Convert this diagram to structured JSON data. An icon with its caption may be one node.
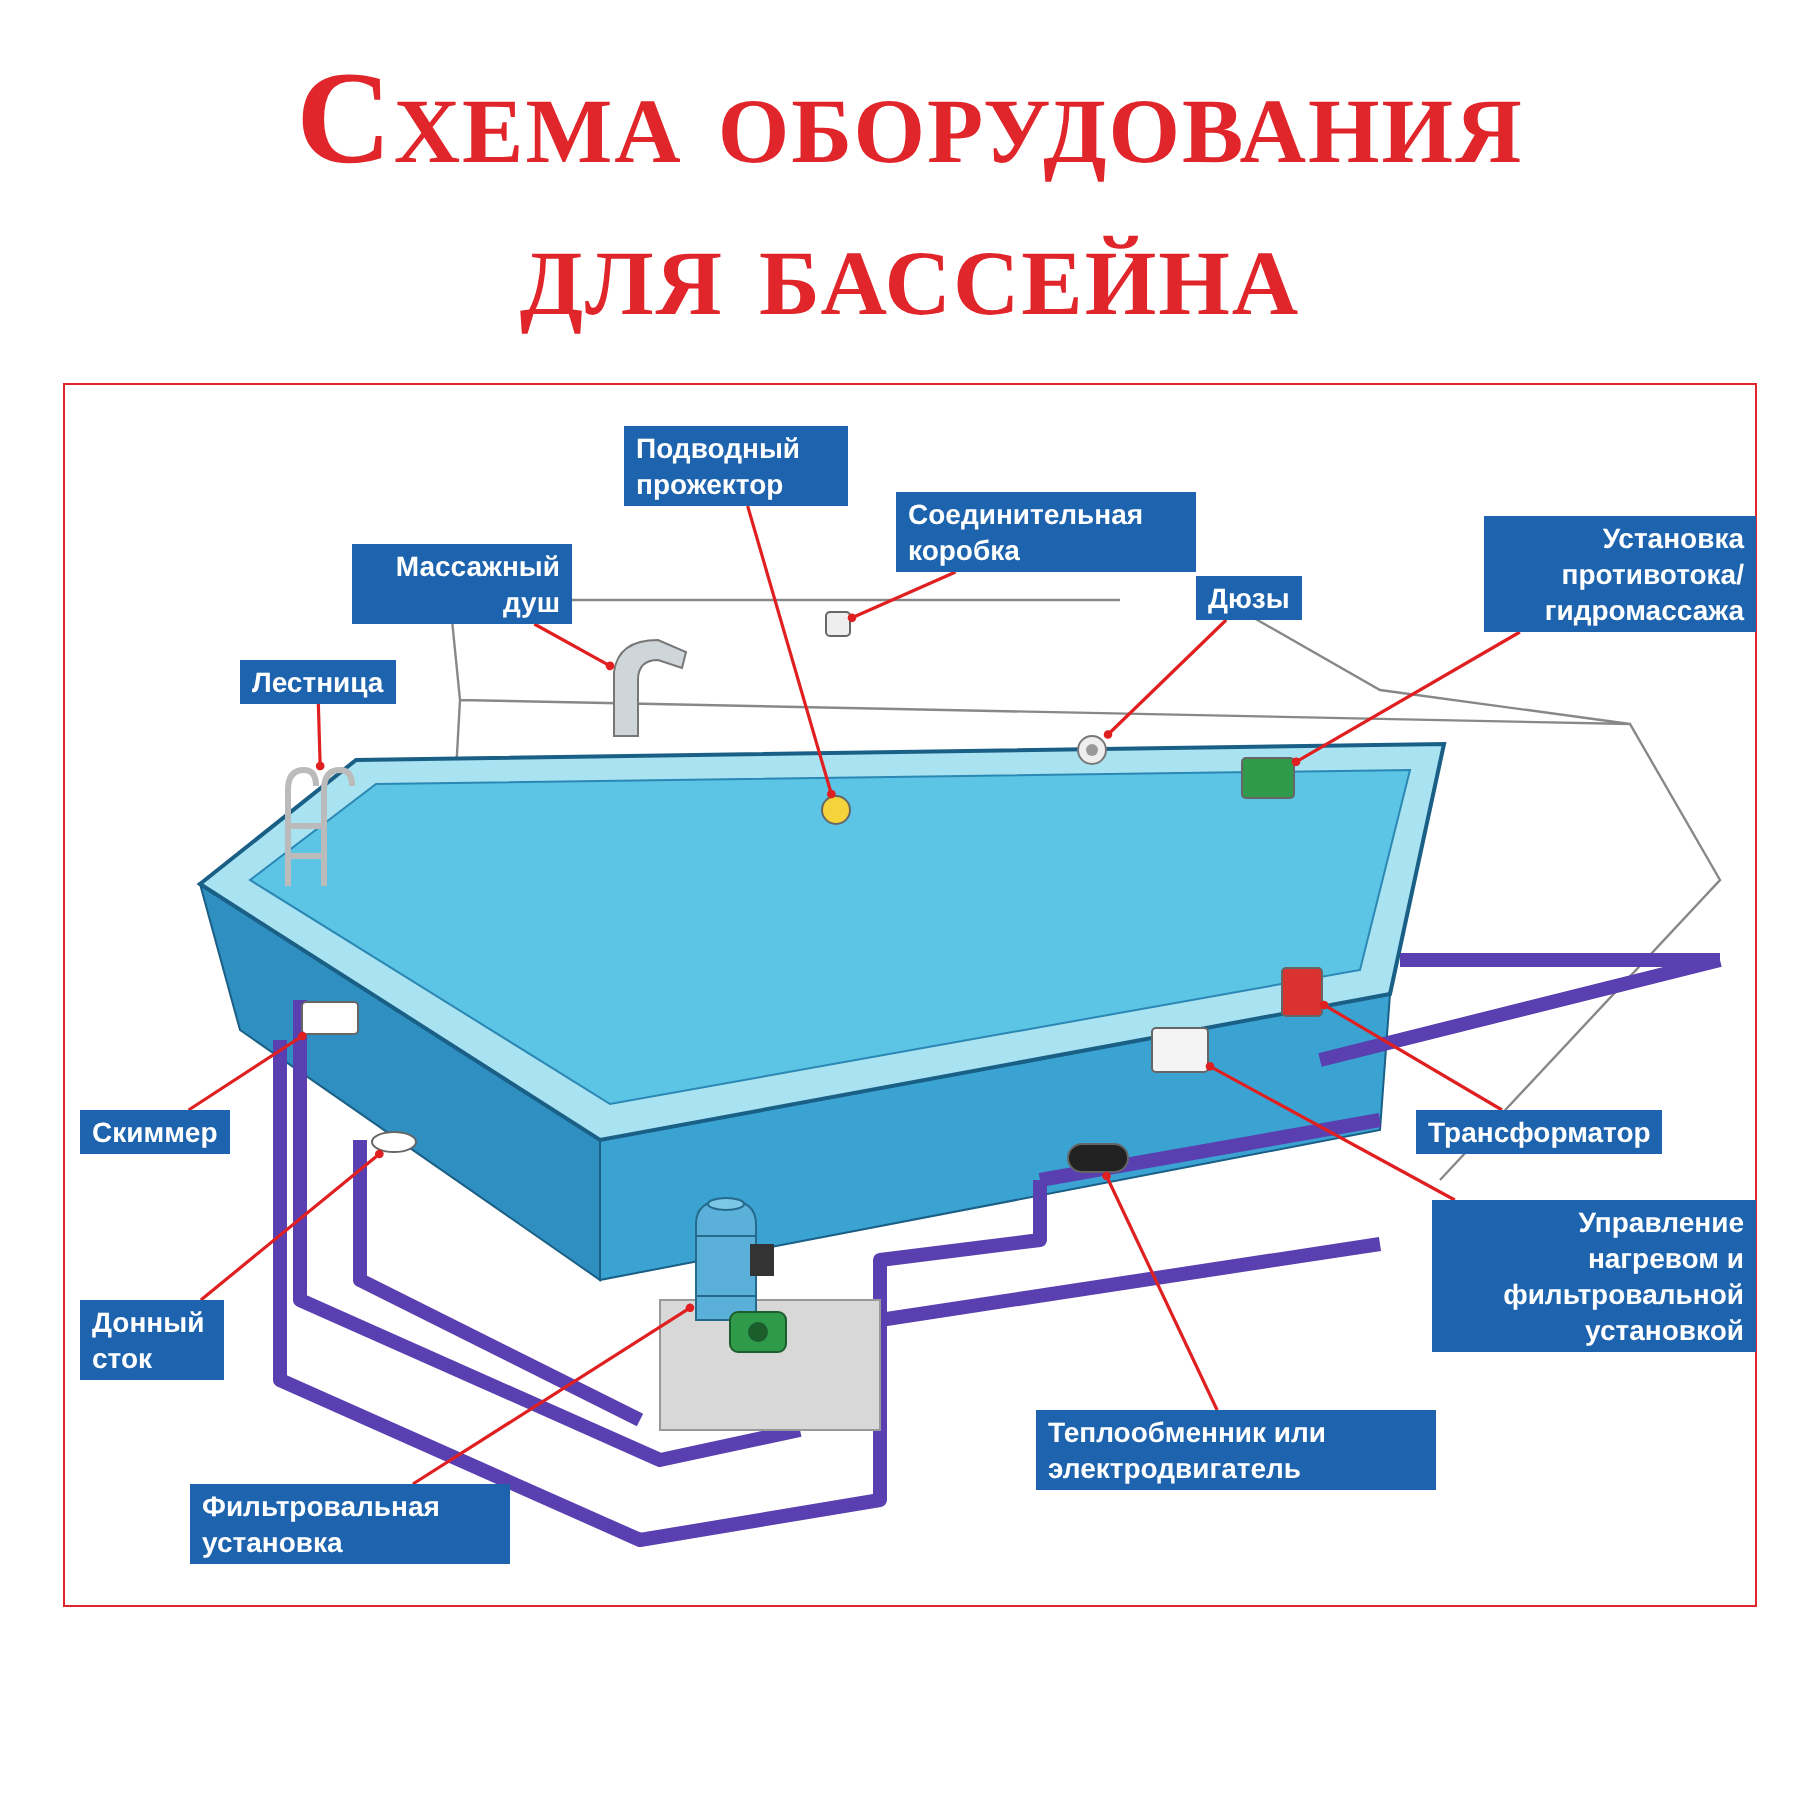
{
  "diagram": {
    "title": "Схема оборудования для бассейна",
    "nodes": [
      {
        "text": [
          "Подводный прожектор"
        ]
      },
      {
        "text": [
          "Соединительная коробка"
        ]
      },
      {
        "text": [
          "Массажный душ"
        ]
      },
      {
        "text": [
          "Дюзы"
        ]
      },
      {
        "text": [
          "Установка противотока/ гидромассажа"
        ]
      },
      {
        "text": [
          "Лестница"
        ]
      },
      {
        "text": [
          "Скиммер"
        ]
      },
      {
        "text": [
          "Трансформатор"
        ]
      },
      {
        "text": [
          "Донный сток"
        ]
      },
      {
        "text": [
          "Управление нагревом и фильтровальной установкой"
        ]
      },
      {
        "text": [
          "Теплообменник или электродвигатель"
        ]
      },
      {
        "text": [
          "Фильтровальная установка"
        ]
      },
      {
        "text": [],
        "shape": "circle"
      },
      {
        "text": [],
        "shape": "box"
      },
      {
        "text": [],
        "shape": "picture"
      },
      {
        "text": [],
        "shape": "picture"
      },
      {
        "text": [],
        "shape": "box"
      },
      {
        "text": [],
        "shape": "picture"
      },
      {
        "text": [],
        "shape": "box"
      },
      {
        "text": [],
        "shape": "box"
      },
      {
        "text": [],
        "shape": "circle"
      },
      {
        "text": [],
        "shape": "box"
      },
      {
        "text": [],
        "shape": "cylinder"
      },
      {
        "text": [],
        "shape": "picture"
      }
    ],
    "edges": [
      {
        "from": 0,
        "to": 12,
        "arrow": "other"
      },
      {
        "from": 1,
        "to": 13,
        "arrow": "other"
      },
      {
        "from": 2,
        "to": 14,
        "arrow": "other"
      },
      {
        "from": 3,
        "to": 15,
        "arrow": "other"
      },
      {
        "from": 4,
        "to": 16,
        "arrow": "other"
      },
      {
        "from": 5,
        "to": 17,
        "arrow": "other"
      },
      {
        "from": 6,
        "to": 18,
        "arrow": "other"
      },
      {
        "from": 7,
        "to": 19,
        "arrow": "other"
      },
      {
        "from": 8,
        "to": 20,
        "arrow": "other"
      },
      {
        "from": 9,
        "to": 21,
        "arrow": "other"
      },
      {
        "from": 10,
        "to": 22,
        "arrow": "other"
      },
      {
        "from": 11,
        "to": 23,
        "arrow": "other"
      }
    ]
  }
}
